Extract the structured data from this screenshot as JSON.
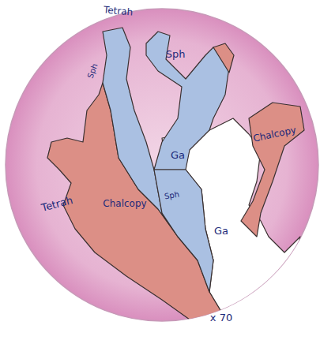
{
  "diagram": {
    "labels": [
      "Tetrah",
      "Sph",
      "Sph",
      "Chalcopy",
      "Ga",
      "Tetrah",
      "Chalcopy",
      "Sph",
      "Ga",
      "x 70"
    ]
  }
}
